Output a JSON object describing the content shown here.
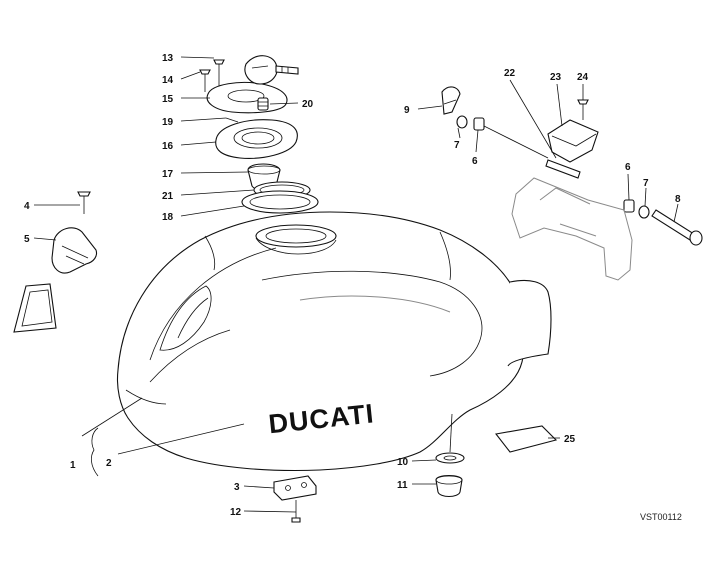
{
  "diagram": {
    "brand_text": "DUCATI",
    "drawing_code": "VST00112",
    "callouts": [
      {
        "id": "c1",
        "text": "1"
      },
      {
        "id": "c2",
        "text": "2"
      },
      {
        "id": "c3",
        "text": "3"
      },
      {
        "id": "c4",
        "text": "4"
      },
      {
        "id": "c5",
        "text": "5"
      },
      {
        "id": "c6a",
        "text": "6"
      },
      {
        "id": "c6b",
        "text": "6"
      },
      {
        "id": "c7a",
        "text": "7"
      },
      {
        "id": "c7b",
        "text": "7"
      },
      {
        "id": "c8",
        "text": "8"
      },
      {
        "id": "c9",
        "text": "9"
      },
      {
        "id": "c10",
        "text": "10"
      },
      {
        "id": "c11",
        "text": "11"
      },
      {
        "id": "c12",
        "text": "12"
      },
      {
        "id": "c13",
        "text": "13"
      },
      {
        "id": "c14",
        "text": "14"
      },
      {
        "id": "c15",
        "text": "15"
      },
      {
        "id": "c16",
        "text": "16"
      },
      {
        "id": "c17",
        "text": "17"
      },
      {
        "id": "c18",
        "text": "18"
      },
      {
        "id": "c19",
        "text": "19"
      },
      {
        "id": "c20",
        "text": "20"
      },
      {
        "id": "c21",
        "text": "21"
      },
      {
        "id": "c22",
        "text": "22"
      },
      {
        "id": "c23",
        "text": "23"
      },
      {
        "id": "c24",
        "text": "24"
      },
      {
        "id": "c25",
        "text": "25"
      }
    ]
  }
}
